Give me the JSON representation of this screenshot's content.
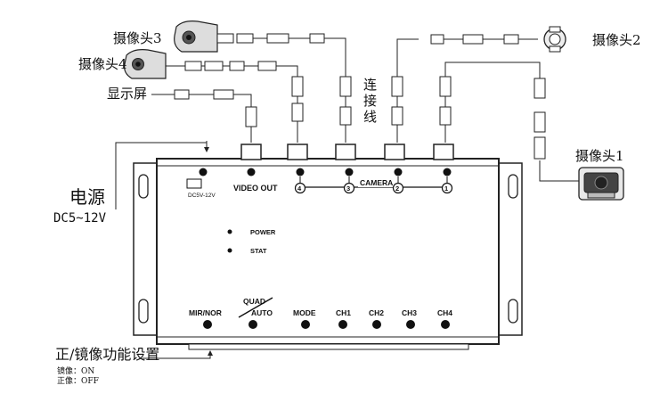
{
  "labels": {
    "camera3": "摄像头3",
    "camera4": "摄像头4",
    "camera2": "摄像头2",
    "camera1": "摄像头1",
    "display": "显示屏",
    "cable": "连接线",
    "power": "电源",
    "power_voltage": "DC5~12V",
    "mirror_setting": "正/镜像功能设置",
    "mirror_on": "镜像：ON",
    "normal_off": "正像：OFF"
  },
  "panel": {
    "dc_label": "DC5V-12V",
    "video_out": "VIDEO OUT",
    "camera": "CAMERA",
    "ports": [
      "4",
      "3",
      "2",
      "1"
    ],
    "power_led": "POWER",
    "stat_led": "STAT",
    "buttons": {
      "mir_nor": "MIR/NOR",
      "quad": "QUAD",
      "auto": "AUTO",
      "mode": "MODE",
      "ch1": "CH1",
      "ch2": "CH2",
      "ch3": "CH3",
      "ch4": "CH4"
    }
  }
}
